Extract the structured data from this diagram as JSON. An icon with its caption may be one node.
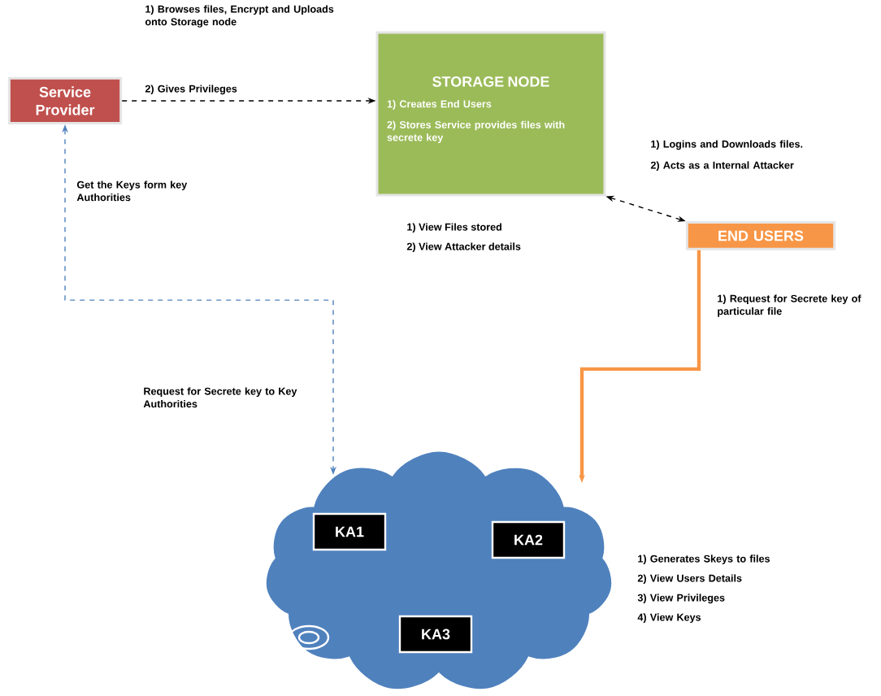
{
  "diagram": {
    "nodes": [
      {
        "text": [
          "Service Provider"
        ]
      },
      {
        "text": [
          "STORAGE NODE",
          "1) Creates End Users",
          "2) Stores Service provides files with secrete key"
        ],
        "beside": [
          "1) View Files stored",
          "2) View Attacker details"
        ]
      },
      {
        "text": [
          "END USERS"
        ]
      },
      {
        "text": [],
        "shape": "cloud"
      },
      {
        "text": [
          "KA1"
        ],
        "in": 3
      },
      {
        "text": [
          "KA2"
        ],
        "in": 3
      },
      {
        "text": [
          "KA3"
        ],
        "in": 3
      }
    ],
    "edges": [
      {
        "from": 0,
        "to": 1,
        "arrow": "to",
        "style": "dashed"
      },
      {
        "from": 1,
        "to": 2,
        "arrow": "both",
        "style": "dashed"
      },
      {
        "from": 0,
        "to": 3,
        "arrow": "both",
        "style": "dashed",
        "color": "#4f81bd"
      },
      {
        "from": 2,
        "to": 3,
        "arrow": "to",
        "style": "thick",
        "color": "#f79646"
      }
    ],
    "labels": [
      "1) Browses files, Encrypt and Uploads onto Storage node",
      "2) Gives Privileges",
      "1) Logins and Downloads files.",
      "2) Acts as a Internal Attacker",
      "Get the Keys form key Authorities",
      "1) Request for Secrete key of particular file",
      "Request for Secrete key to Key Authorities",
      "1) Generates Skeys to files",
      "2) View Users Details",
      "3) View Privileges",
      "4) View Keys"
    ]
  }
}
